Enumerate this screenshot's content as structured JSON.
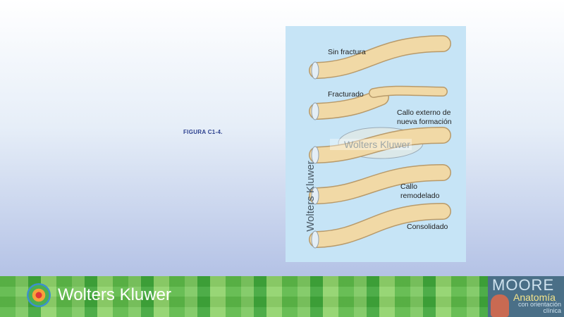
{
  "caption": "FIGURA C1-4.",
  "figure": {
    "labels": {
      "sin_fractura": "Sin fractura",
      "fracturado": "Fracturado",
      "callo_externo_1": "Callo externo de",
      "callo_externo_2": "nueva formación",
      "callo_remodelado_1": "Callo",
      "callo_remodelado_2": "remodelado",
      "consolidado": "Consolidado"
    },
    "watermark": "Wolters Kluwer",
    "watermark_vertical": "Wolters Kluwer"
  },
  "footer": {
    "brand": "Wolters Kluwer",
    "book_title": "MOORE",
    "book_subtitle": "Anatomía",
    "book_subtitle2_line1": "con orientación",
    "book_subtitle2_line2": "clínica"
  },
  "colors": {
    "bone": "#f1d9a6",
    "figure_bg": "#c6e4f6",
    "caption": "#2b3f8e"
  }
}
